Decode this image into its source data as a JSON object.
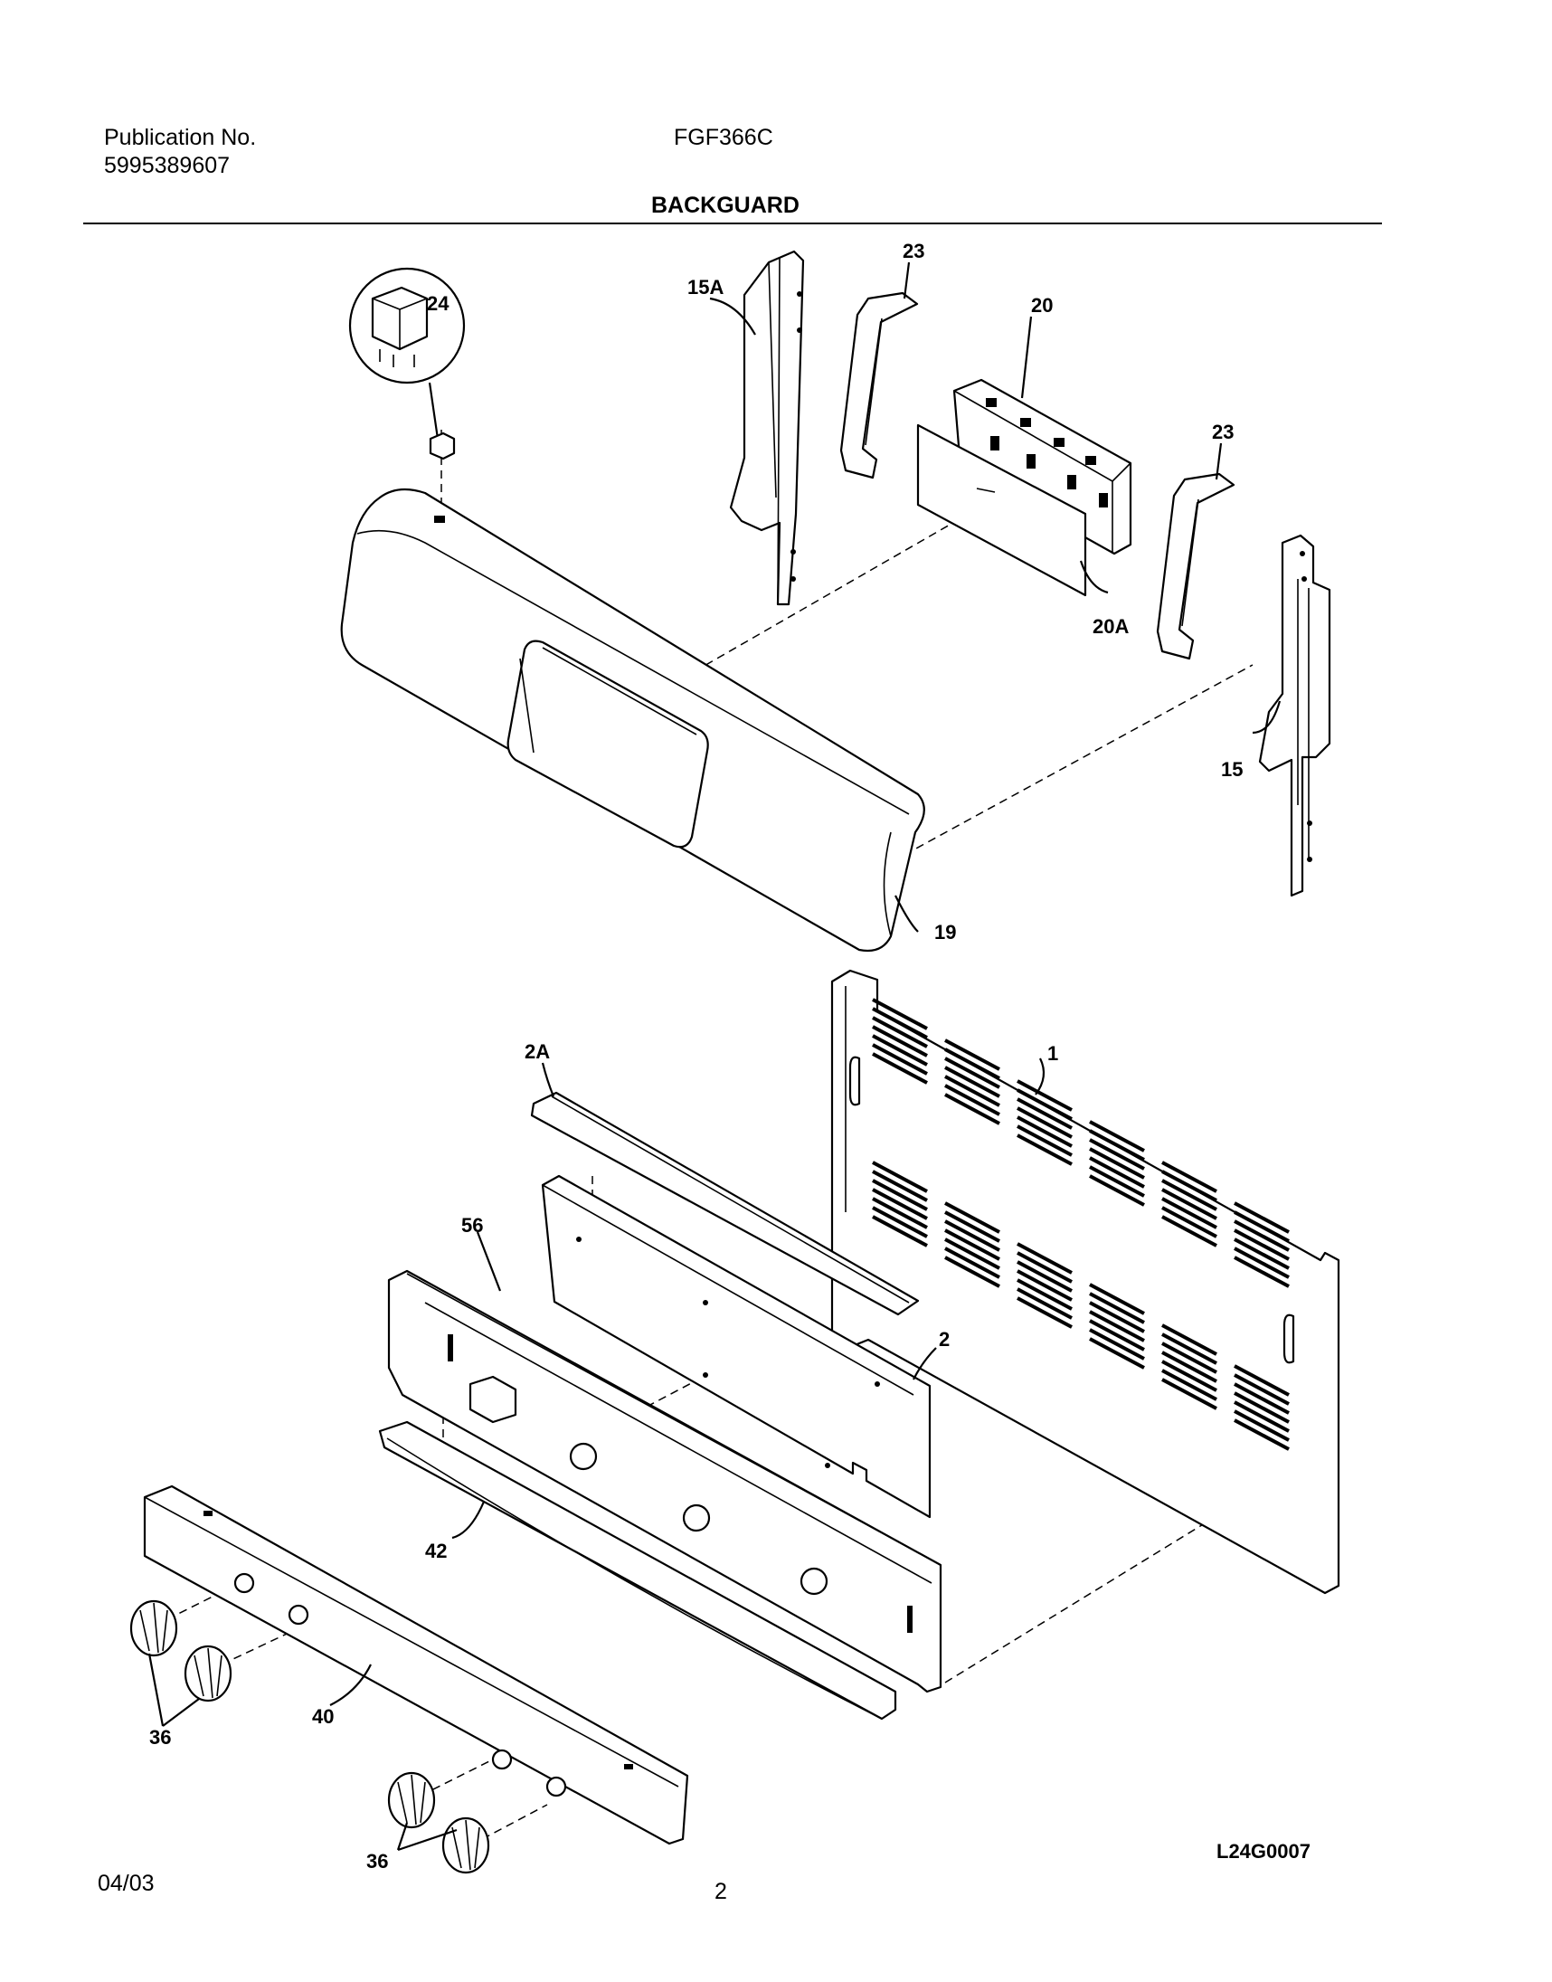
{
  "header": {
    "publication_label": "Publication No.",
    "publication_number": "5995389607",
    "model": "FGF366C",
    "section_title": "BACKGUARD"
  },
  "callouts": {
    "p1": "1",
    "p2": "2",
    "p2a": "2A",
    "p15": "15",
    "p15a": "15A",
    "p19": "19",
    "p20": "20",
    "p20a": "20A",
    "p23_left": "23",
    "p23_right": "23",
    "p24": "24",
    "p36_left": "36",
    "p36_right": "36",
    "p40": "40",
    "p42": "42",
    "p56": "56"
  },
  "footer": {
    "date": "04/03",
    "page": "2",
    "drawing_code": "L24G0007"
  }
}
